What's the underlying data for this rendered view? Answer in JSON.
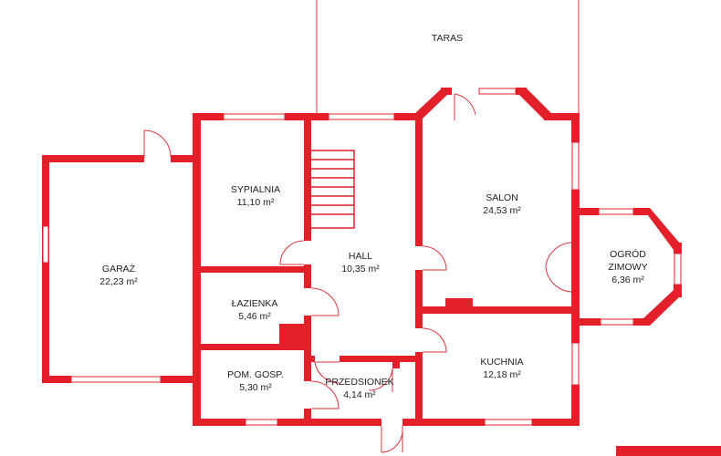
{
  "colors": {
    "wall": "#e3202a",
    "window": "#ffffff",
    "thin_line": "#d9363e",
    "text": "#222222"
  },
  "terrace": {
    "label": "TARAS"
  },
  "rooms": {
    "garage": {
      "name": "GARAŻ",
      "area": "22,23 m²"
    },
    "bedroom": {
      "name": "SYPIALNIA",
      "area": "11,10 m²"
    },
    "hall": {
      "name": "HALL",
      "area": "10,35 m²"
    },
    "salon": {
      "name": "SALON",
      "area": "24,53 m²"
    },
    "winter_garden": {
      "name_line1": "OGRÓD",
      "name_line2": "ZIMOWY",
      "area": "6,36 m²"
    },
    "bathroom": {
      "name": "ŁAZIENKA",
      "area": "5,46 m²"
    },
    "utility": {
      "name": "POM. GOSP.",
      "area": "5,30 m²"
    },
    "vestibule": {
      "name": "PRZEDSIONEK",
      "area": "4,14 m²"
    },
    "kitchen": {
      "name": "KUCHNIA",
      "area": "12,18 m²"
    }
  }
}
